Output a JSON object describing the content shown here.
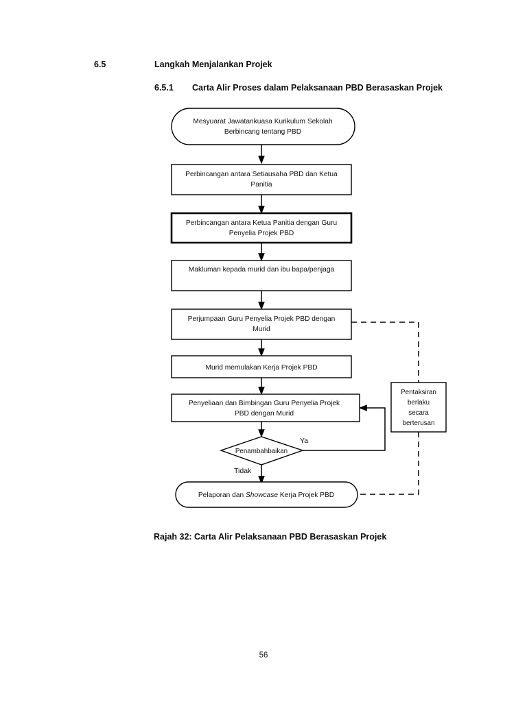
{
  "document": {
    "page_number": "56",
    "section": {
      "number": "6.5",
      "title": "Langkah Menjalankan Projek"
    },
    "subsection": {
      "number": "6.5.1",
      "title": "Carta Alir Proses dalam Pelaksanaan PBD Berasaskan Projek"
    },
    "figure_caption": "Rajah 32: Carta Alir Pelaksanaan PBD Berasaskan Projek"
  },
  "chart_data": {
    "type": "diagram",
    "title": "Carta Alir Pelaksanaan PBD Berasaskan Projek",
    "nodes": [
      {
        "id": "n1",
        "shape": "terminator",
        "lines": [
          "Mesyuarat Jawatankuasa Kurikulum Sekolah",
          "Berbincang tentang PBD"
        ]
      },
      {
        "id": "n2",
        "shape": "process",
        "lines": [
          "Perbincangan antara Setiausaha PBD dan Ketua",
          "Panitia"
        ]
      },
      {
        "id": "n3",
        "shape": "process",
        "emphasis": "thick",
        "lines": [
          "Perbincangan antara Ketua Panitia dengan Guru",
          "Penyelia Projek PBD"
        ]
      },
      {
        "id": "n4",
        "shape": "process",
        "lines": [
          "Makluman kepada murid dan ibu bapa/penjaga"
        ]
      },
      {
        "id": "n5",
        "shape": "process",
        "lines": [
          "Perjumpaan Guru Penyelia Projek PBD dengan",
          "Murid"
        ]
      },
      {
        "id": "n6",
        "shape": "process",
        "lines": [
          "Murid memulakan Kerja Projek PBD"
        ]
      },
      {
        "id": "n7",
        "shape": "process",
        "lines": [
          "Penyeliaan dan Bimbingan Guru Penyelia Projek",
          "PBD dengan Murid"
        ]
      },
      {
        "id": "n8",
        "shape": "decision",
        "lines": [
          "Penambahbaikan"
        ]
      },
      {
        "id": "n9",
        "shape": "terminator",
        "lines": [
          "Pelaporan dan Showcase Kerja Projek PBD"
        ],
        "italic_word": "Showcase",
        "text_before": "Pelaporan dan ",
        "text_after": " Kerja Projek PBD"
      },
      {
        "id": "n10",
        "shape": "note",
        "lines": [
          "Pentaksiran",
          "berlaku",
          "secara",
          "berterusan"
        ]
      }
    ],
    "edges": [
      {
        "from": "n1",
        "to": "n2",
        "style": "solid",
        "label": ""
      },
      {
        "from": "n2",
        "to": "n3",
        "style": "solid",
        "label": ""
      },
      {
        "from": "n3",
        "to": "n4",
        "style": "solid",
        "label": ""
      },
      {
        "from": "n4",
        "to": "n5",
        "style": "solid",
        "label": ""
      },
      {
        "from": "n5",
        "to": "n6",
        "style": "solid",
        "label": ""
      },
      {
        "from": "n6",
        "to": "n7",
        "style": "solid",
        "label": ""
      },
      {
        "from": "n7",
        "to": "n8",
        "style": "solid",
        "label": ""
      },
      {
        "from": "n8",
        "to": "n7",
        "style": "solid",
        "label": "Ya"
      },
      {
        "from": "n8",
        "to": "n9",
        "style": "solid",
        "label": "Tidak"
      },
      {
        "from": "n5",
        "to": "n10",
        "style": "dashed",
        "label": ""
      },
      {
        "from": "n10",
        "to": "n9",
        "style": "dashed",
        "label": ""
      }
    ],
    "edge_labels": {
      "yes": "Ya",
      "no": "Tidak"
    },
    "colors": {
      "stroke": "#000000",
      "fill": "#ffffff",
      "text": "#111111",
      "background": "#ffffff"
    }
  }
}
